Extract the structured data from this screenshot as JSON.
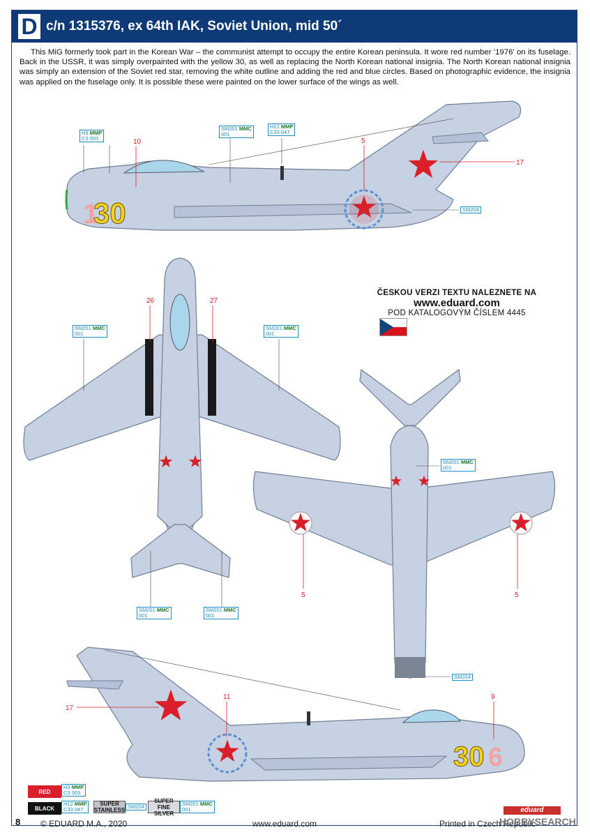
{
  "header": {
    "letter": "D",
    "title": "c/n 1315376, ex 64th IAK, Soviet Union, mid 50´"
  },
  "description": "This MiG formerly took part in the Korean War – the communist attempt to occupy the entire Korean peninsula. It wore red number '1976' on its fuselage. Back in the USSR, it was simply overpainted with the yellow 30, as well as replacing the North Korean national insignia. The North Korean national insignia was simply an extension of the Soviet red star, removing the white outline and adding the red and blue circles. Based on photographic evidence, the insignia was applied on the fuselage only. It is possible these were painted on the lower surface of the wings as well.",
  "czech": {
    "line1": "ČESKOU VERZI TEXTU NALEZNETE NA",
    "line2": "www.eduard.com",
    "line3": "POD KATALOGOVÝM ČÍSLEM 4445"
  },
  "colors": {
    "header_bg": "#0e3b78",
    "aircraft": "#c6d2e2",
    "red": "#d9202a",
    "yellow": "#f4d21e",
    "cyan_code": "#1a8fc2",
    "green_code": "#1a7a2a"
  },
  "markings": {
    "top_side": {
      "number": "30",
      "old_digit": "1",
      "labels": [
        "10",
        "5",
        "17"
      ]
    },
    "top_view": {
      "labels": [
        "26",
        "27"
      ]
    },
    "bottom_view": {
      "labels": [
        "5",
        "5"
      ]
    },
    "bottom_side": {
      "number": "30",
      "old_digit": "6",
      "labels": [
        "11",
        "17",
        "9"
      ]
    }
  },
  "codes": {
    "sm201": "SM201",
    "mmc": "MMC",
    "c001": "001",
    "sm204": "SM204",
    "h3": "H3",
    "mmp": "MMP",
    "c3": "C3",
    "c003": "003",
    "h12": "H12",
    "c33": "C33",
    "c047": "047"
  },
  "legend": [
    {
      "name": "RED",
      "color": "#d9202a",
      "text_color": "#ffffff",
      "code_top": "H3",
      "brand_top": "MMP",
      "code_bot": "C3",
      "num_bot": "003"
    },
    {
      "name": "BLACK",
      "color": "#111111",
      "text_color": "#ffffff",
      "code_top": "H12",
      "brand_top": "MMP",
      "code_bot": "C33",
      "num_bot": "047"
    }
  ],
  "legend_metal": [
    {
      "name": "SUPER STAINLESS",
      "code": "SM204"
    },
    {
      "name": "SUPER FINE SILVER",
      "code": "SM201",
      "brand": "MMC",
      "num": "001"
    }
  ],
  "footer": {
    "page": "8",
    "copyright": "© EDUARD M.A., 2020",
    "site": "www.eduard.com",
    "printed": "Printed in Czech Republic"
  },
  "watermark": {
    "brand": "eduard",
    "hobby": "HOBBY",
    "search": "SEARCH"
  }
}
